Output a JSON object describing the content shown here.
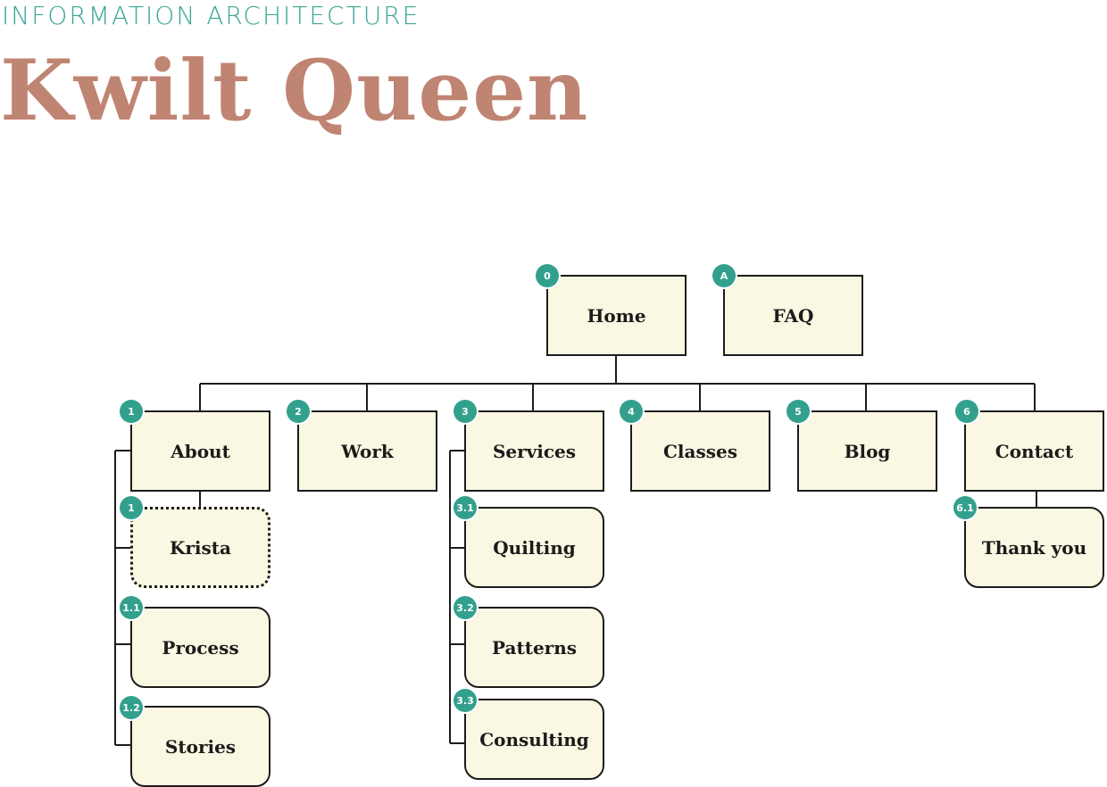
{
  "header": {
    "eyebrow": "INFORMATION ARCHITECTURE",
    "title": "Kwilt Queen"
  },
  "colors": {
    "accent_teal": "#33a08e",
    "title_terracotta": "#c08472",
    "node_fill": "#faf7e2",
    "line": "#1c1c1c"
  },
  "sitemap": {
    "home": {
      "badge": "0",
      "label": "Home"
    },
    "faq": {
      "badge": "A",
      "label": "FAQ"
    },
    "about": {
      "badge": "1",
      "label": "About"
    },
    "krista": {
      "badge": "1",
      "label": "Krista"
    },
    "process": {
      "badge": "1.1",
      "label": "Process"
    },
    "stories": {
      "badge": "1.2",
      "label": "Stories"
    },
    "work": {
      "badge": "2",
      "label": "Work"
    },
    "services": {
      "badge": "3",
      "label": "Services"
    },
    "quilting": {
      "badge": "3.1",
      "label": "Quilting"
    },
    "patterns": {
      "badge": "3.2",
      "label": "Patterns"
    },
    "consulting": {
      "badge": "3.3",
      "label": "Consulting"
    },
    "classes": {
      "badge": "4",
      "label": "Classes"
    },
    "blog": {
      "badge": "5",
      "label": "Blog"
    },
    "contact": {
      "badge": "6",
      "label": "Contact"
    },
    "thankyou": {
      "badge": "6.1",
      "label": "Thank you"
    }
  }
}
